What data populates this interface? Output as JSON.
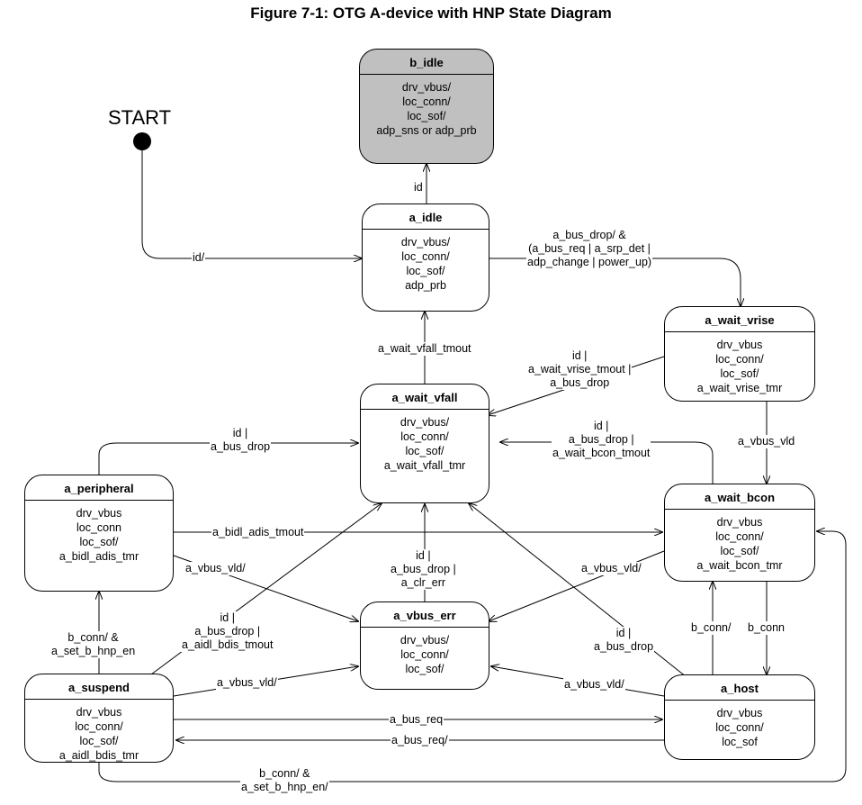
{
  "title": "Figure 7-1: OTG A-device with HNP State Diagram",
  "start_label": "START",
  "states": {
    "b_idle": {
      "name": "b_idle",
      "lines": [
        "drv_vbus/",
        "loc_conn/",
        "loc_sof/",
        "adp_sns or adp_prb"
      ]
    },
    "a_idle": {
      "name": "a_idle",
      "lines": [
        "drv_vbus/",
        "loc_conn/",
        "loc_sof/",
        "adp_prb"
      ]
    },
    "a_wait_vrise": {
      "name": "a_wait_vrise",
      "lines": [
        "drv_vbus",
        "loc_conn/",
        "loc_sof/",
        "a_wait_vrise_tmr"
      ]
    },
    "a_wait_vfall": {
      "name": "a_wait_vfall",
      "lines": [
        "drv_vbus/",
        "loc_conn/",
        "loc_sof/",
        "a_wait_vfall_tmr"
      ]
    },
    "a_peripheral": {
      "name": "a_peripheral",
      "lines": [
        "drv_vbus",
        "loc_conn",
        "loc_sof/",
        "a_bidl_adis_tmr"
      ]
    },
    "a_wait_bcon": {
      "name": "a_wait_bcon",
      "lines": [
        "drv_vbus",
        "loc_conn/",
        "loc_sof/",
        "a_wait_bcon_tmr"
      ]
    },
    "a_vbus_err": {
      "name": "a_vbus_err",
      "lines": [
        "drv_vbus/",
        "loc_conn/",
        "loc_sof/"
      ]
    },
    "a_suspend": {
      "name": "a_suspend",
      "lines": [
        "drv_vbus",
        "loc_conn/",
        "loc_sof/",
        "a_aidl_bdis_tmr"
      ]
    },
    "a_host": {
      "name": "a_host",
      "lines": [
        "drv_vbus",
        "loc_conn/",
        "loc_sof"
      ]
    }
  },
  "transitions": {
    "id_to_b_idle": [
      "id"
    ],
    "start_id": [
      "id/"
    ],
    "a_idle_to_vrise": [
      "a_bus_drop/ &",
      "(a_bus_req | a_srp_det |",
      "adp_change | power_up)"
    ],
    "vfall_to_idle": [
      "a_wait_vfall_tmout"
    ],
    "vrise_to_vfall": [
      "id |",
      "a_wait_vrise_tmout |",
      "a_bus_drop"
    ],
    "vrise_to_bcon": [
      "a_vbus_vld"
    ],
    "periph_to_vfall": [
      "id |",
      "a_bus_drop"
    ],
    "bcon_to_vfall": [
      "id |",
      "a_bus_drop |",
      "a_wait_bcon_tmout"
    ],
    "periph_to_bcon": [
      "a_bidl_adis_tmout"
    ],
    "periph_to_err": [
      "a_vbus_vld/"
    ],
    "err_to_vfall": [
      "id |",
      "a_bus_drop |",
      "a_clr_err"
    ],
    "bcon_to_err": [
      "a_vbus_vld/"
    ],
    "susp_to_vfall": [
      "id |",
      "a_bus_drop |",
      "a_aidl_bdis_tmout"
    ],
    "host_to_vfall": [
      "id |",
      "a_bus_drop"
    ],
    "susp_to_periph": [
      "b_conn/ &",
      "a_set_b_hnp_en"
    ],
    "host_to_bcon": [
      "b_conn/"
    ],
    "bcon_to_host": [
      "b_conn"
    ],
    "susp_to_err": [
      "a_vbus_vld/"
    ],
    "host_to_err": [
      "a_vbus_vld/"
    ],
    "susp_to_host": [
      "a_bus_req"
    ],
    "host_to_susp": [
      "a_bus_req/"
    ],
    "susp_to_bcon": [
      "b_conn/ &",
      "a_set_b_hnp_en/"
    ]
  }
}
